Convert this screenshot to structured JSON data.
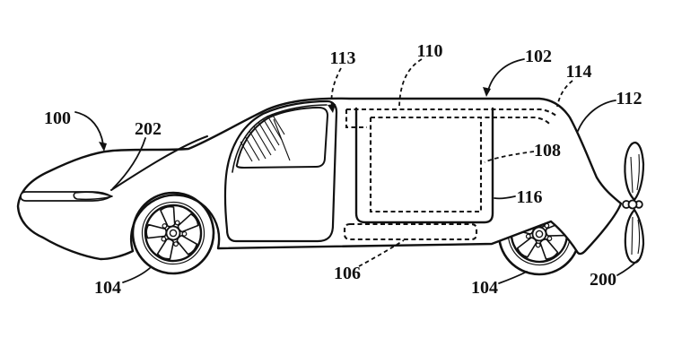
{
  "figure": {
    "background_color": "#ffffff",
    "line_color": "#111111",
    "drawing": "side-elevation patent line drawing of dual-mode vehicle with rear propeller",
    "labels": [
      {
        "text": "100",
        "leader": "solid-arrow"
      },
      {
        "text": "202",
        "leader": "solid"
      },
      {
        "text": "113",
        "leader": "dashed-arrow"
      },
      {
        "text": "110",
        "leader": "dashed"
      },
      {
        "text": "102",
        "leader": "solid-arrow"
      },
      {
        "text": "114",
        "leader": "dashed"
      },
      {
        "text": "112",
        "leader": "solid"
      },
      {
        "text": "108",
        "leader": "dashed"
      },
      {
        "text": "116",
        "leader": "solid"
      },
      {
        "text": "106",
        "leader": "dashed"
      },
      {
        "text": "104",
        "leader": "solid"
      },
      {
        "text": "104",
        "leader": "solid"
      },
      {
        "text": "200",
        "leader": "solid"
      }
    ]
  }
}
